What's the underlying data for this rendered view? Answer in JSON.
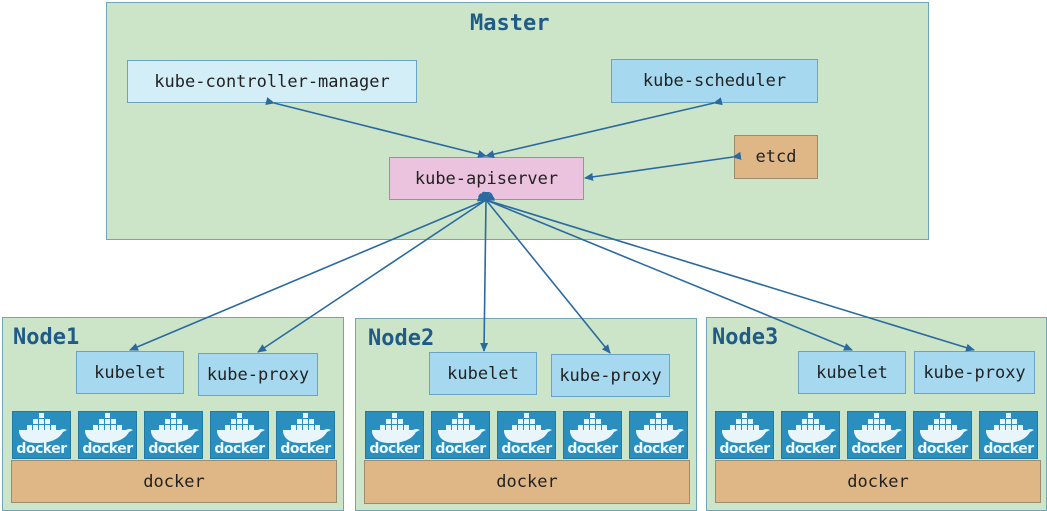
{
  "master": {
    "title": "Master",
    "controller_manager": "kube-controller-manager",
    "scheduler": "kube-scheduler",
    "apiserver": "kube-apiserver",
    "etcd": "etcd"
  },
  "nodes": [
    {
      "title": "Node1",
      "kubelet": "kubelet",
      "proxy": "kube-proxy",
      "docker": "docker",
      "logo_text": "docker"
    },
    {
      "title": "Node2",
      "kubelet": "kubelet",
      "proxy": "kube-proxy",
      "docker": "docker",
      "logo_text": "docker"
    },
    {
      "title": "Node3",
      "kubelet": "kubelet",
      "proxy": "kube-proxy",
      "docker": "docker",
      "logo_text": "docker"
    }
  ],
  "colors": {
    "cluster_bg": "#cce5c8",
    "title": "#1f5b86",
    "apiserver": "#ebc3de",
    "component": "#a6d9ef",
    "etcd": "#dfb787",
    "arrow": "#2a6aa0"
  }
}
